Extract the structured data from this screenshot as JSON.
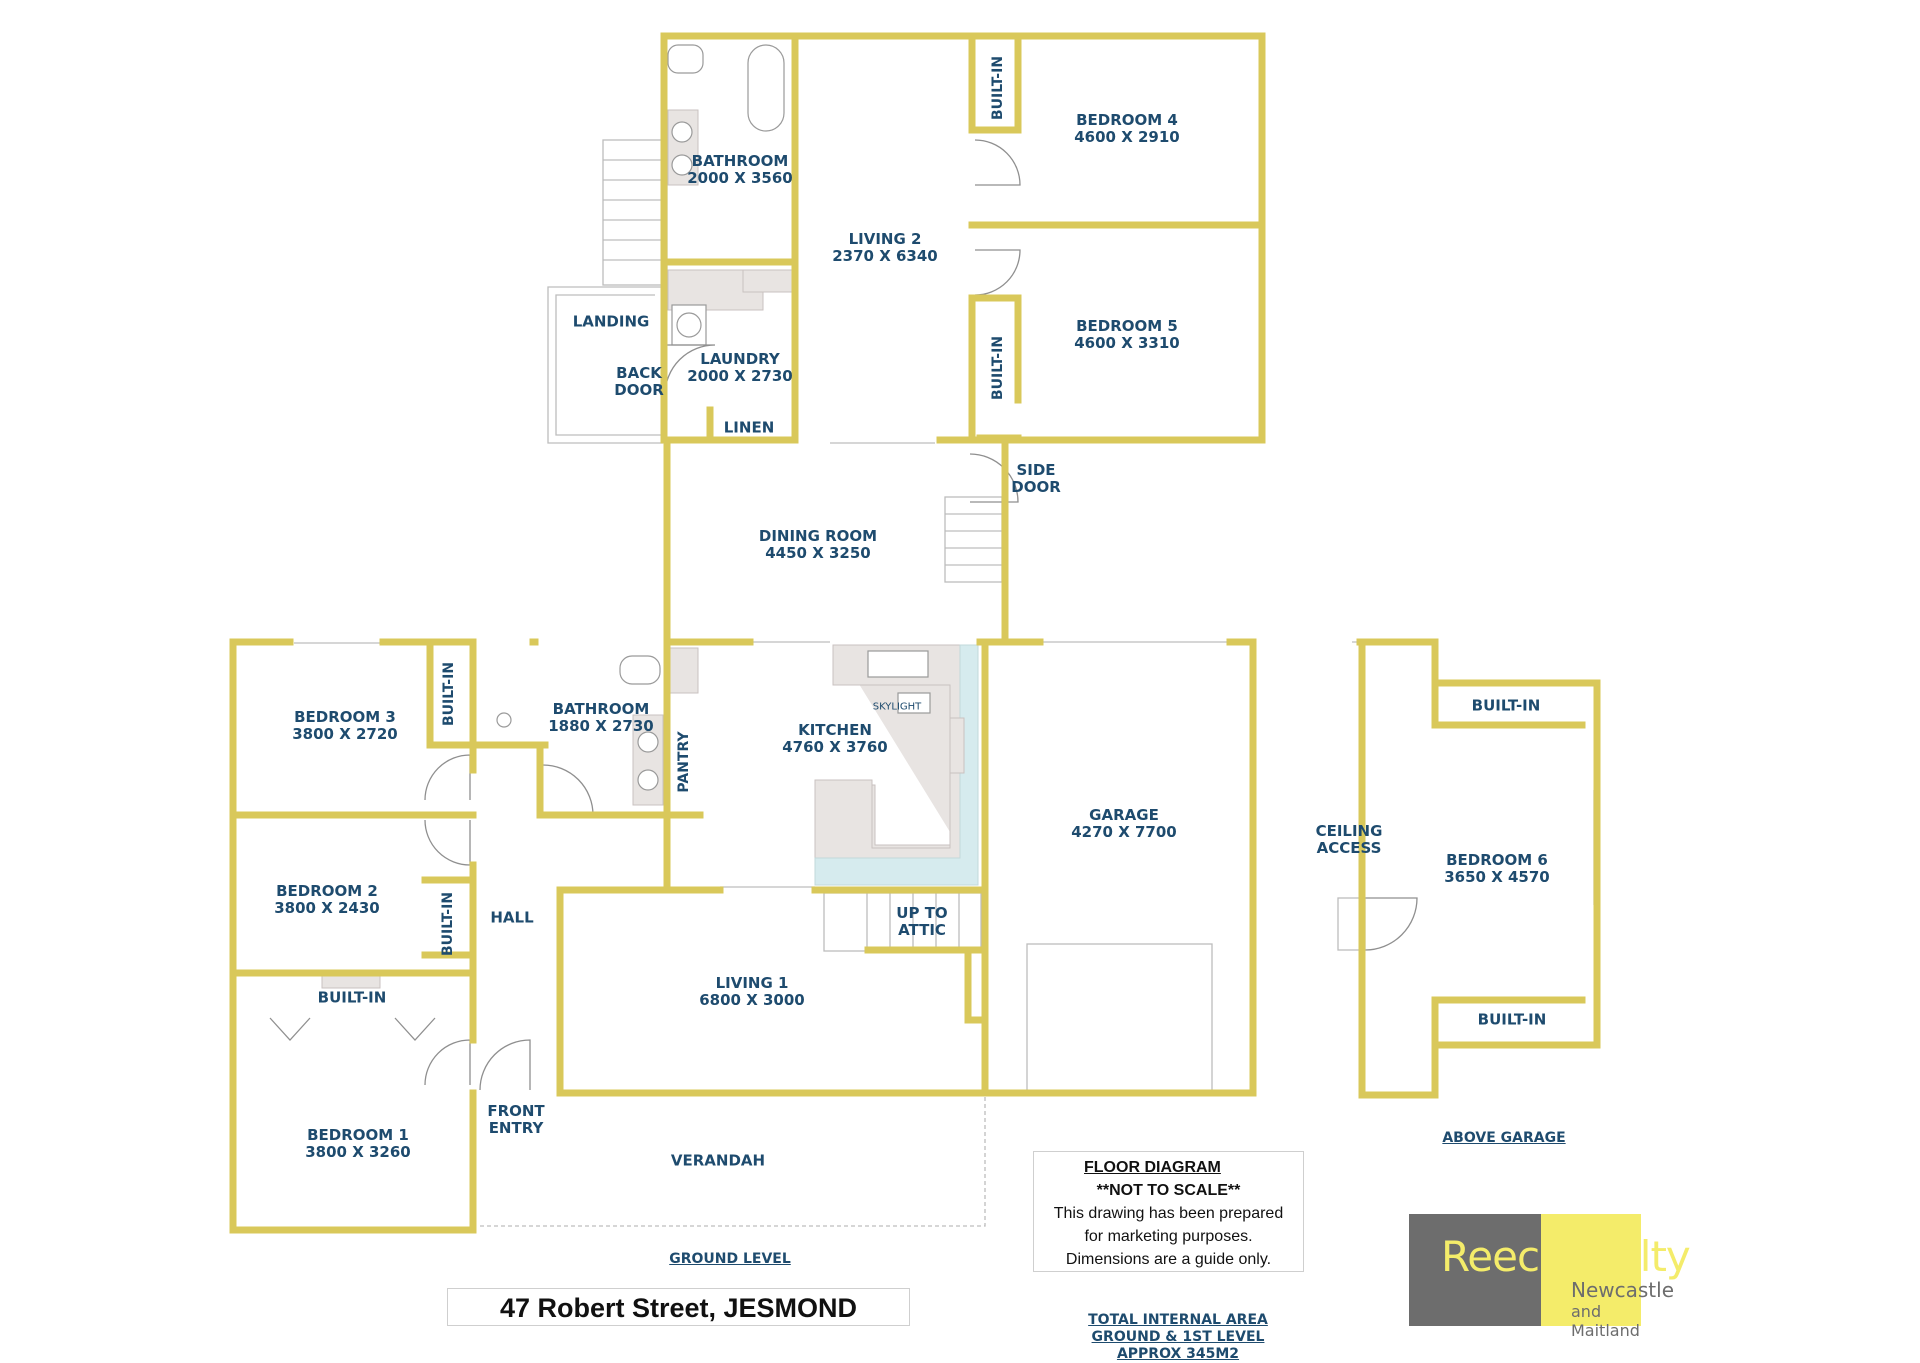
{
  "address": "47 Robert Street, JESMOND",
  "rooms": {
    "bathroom_upper": {
      "name": "BATHROOM",
      "dim": "2000 X 3560"
    },
    "living2": {
      "name": "LIVING 2",
      "dim": "2370 X 6340"
    },
    "bedroom4": {
      "name": "BEDROOM 4",
      "dim": "4600 X 2910"
    },
    "bedroom5": {
      "name": "BEDROOM 5",
      "dim": "4600 X 3310"
    },
    "laundry": {
      "name": "LAUNDRY",
      "dim": "2000 X 2730"
    },
    "dining": {
      "name": "DINING ROOM",
      "dim": "4450 X 3250"
    },
    "bedroom3": {
      "name": "BEDROOM 3",
      "dim": "3800 X 2720"
    },
    "bathroom_lower": {
      "name": "BATHROOM",
      "dim": "1880 X 2730"
    },
    "kitchen": {
      "name": "KITCHEN",
      "dim": "4760 X 3760"
    },
    "garage": {
      "name": "GARAGE",
      "dim": "4270 X 7700"
    },
    "bedroom6": {
      "name": "BEDROOM 6",
      "dim": "3650 X 4570"
    },
    "bedroom2": {
      "name": "BEDROOM 2",
      "dim": "3800 X 2430"
    },
    "living1": {
      "name": "LIVING 1",
      "dim": "6800 X 3000"
    },
    "bedroom1": {
      "name": "BEDROOM 1",
      "dim": "3800 X 3260"
    }
  },
  "labels": {
    "landing": "LANDING",
    "back_door": [
      "BACK",
      "DOOR"
    ],
    "linen": "LINEN",
    "side_door": [
      "SIDE",
      "DOOR"
    ],
    "hall": "HALL",
    "up_to_attic": [
      "UP TO",
      "ATTIC"
    ],
    "front_entry": [
      "FRONT",
      "ENTRY"
    ],
    "verandah": "VERANDAH",
    "ceiling_access": [
      "CEILING",
      "ACCESS"
    ],
    "pantry": "PANTRY",
    "skylight": "SKYLIGHT",
    "built_in": "BUILT-IN"
  },
  "levels": {
    "ground": "GROUND LEVEL",
    "above_garage": "ABOVE GARAGE"
  },
  "note": {
    "title": "FLOOR  DIAGRAM",
    "scale": "**NOT  TO  SCALE**",
    "line1": "This drawing has been prepared",
    "line2": "for marketing purposes.",
    "line3": "Dimensions are a guide only."
  },
  "area": {
    "line1": "TOTAL INTERNAL AREA",
    "line2": "GROUND & 1ST LEVEL",
    "line3": "APPROX 345M2"
  },
  "logo": {
    "brand_a": "Reece",
    "brand_b": "Realty",
    "line1": "Newcastle",
    "line2": "and Maitland"
  },
  "colors": {
    "wall": "#d9c85a",
    "label": "#1e4b6e",
    "logo_grey": "#6d6d6d",
    "logo_yellow": "#f4ec6a"
  }
}
